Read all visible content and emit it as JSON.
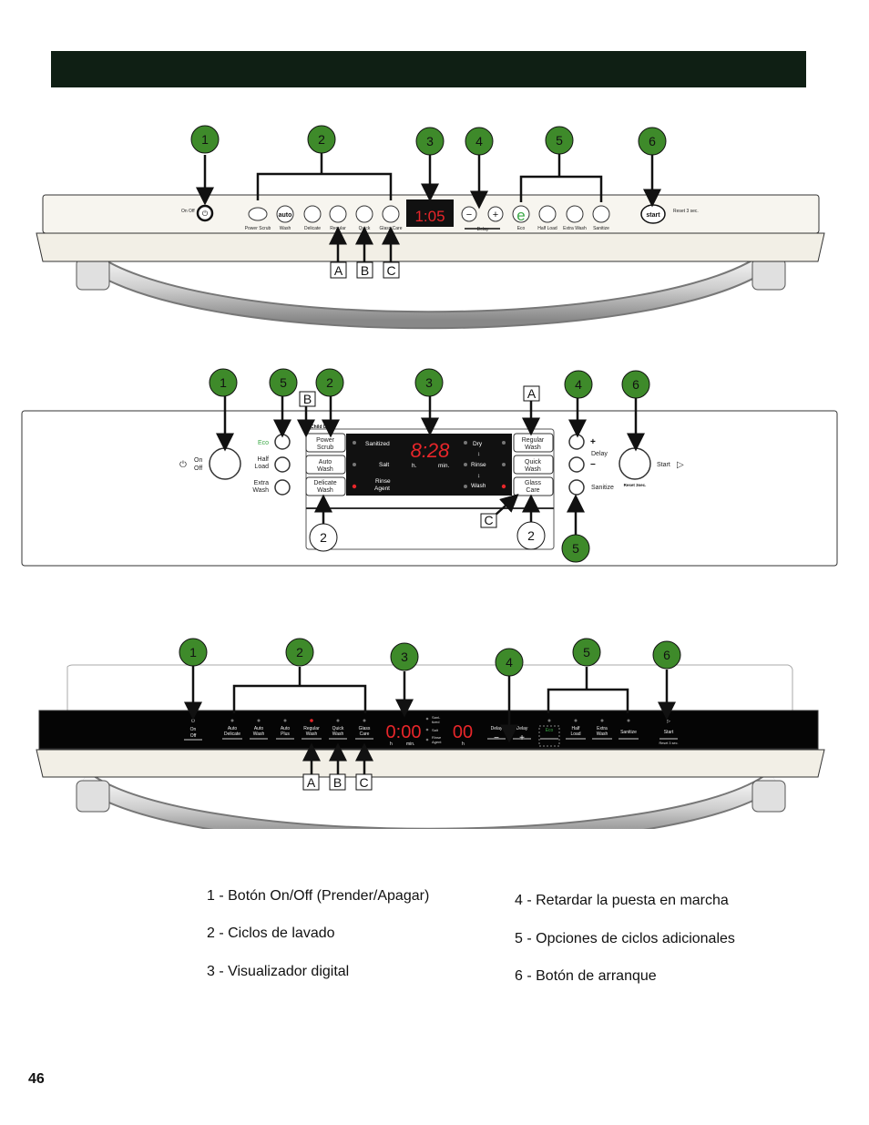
{
  "page": {
    "page_number": "46",
    "legend": {
      "left": [
        "1 - Botón On/Off (Prender/Apagar)",
        "2 - Ciclos de lavado",
        "3 - Visualizador digital"
      ],
      "right": [
        "4 - Retardar la puesta en marcha",
        "5 - Opciones de ciclos adicionales",
        "6 - Botón de arranque"
      ]
    }
  },
  "colors": {
    "callout_fill": "#3e8a2a",
    "header_bar": "#0f1f14",
    "display_red": "#e8262a",
    "eco_green": "#3aa845"
  },
  "panel1": {
    "callouts": [
      "1",
      "2",
      "3",
      "4",
      "5",
      "6"
    ],
    "letters": [
      "A",
      "B",
      "C"
    ],
    "onoff": "On\nOff",
    "buttons": [
      "Power Scrub",
      "Wash",
      "Delicate",
      "Regular",
      "Quick",
      "Glass Care"
    ],
    "auto_text": "auto",
    "display": "1:05",
    "delay_label": "Delay",
    "options": [
      "Eco",
      "Half Load",
      "Extra Wash",
      "Sanitize"
    ],
    "start": "start",
    "reset": "Reset\n3 sec."
  },
  "panel2": {
    "callouts": [
      "1",
      "5",
      "2",
      "3",
      "A",
      "4",
      "6",
      "B",
      "C",
      "2",
      "2",
      "5"
    ],
    "onoff": [
      "On",
      "Off"
    ],
    "options_left": [
      "Eco",
      "Half\nLoad",
      "Extra\nWash"
    ],
    "child_lock": "Child Lock",
    "cycles_left": [
      "Power\nScrub",
      "Auto\nWash",
      "Delicate\nWash"
    ],
    "status_left": [
      "Sanitized",
      "Salt",
      "Rinse\nAgent"
    ],
    "display": "8:28",
    "display_units": [
      "h.",
      "min."
    ],
    "status_right": [
      "Dry",
      "Rinse",
      "Wash"
    ],
    "cycles_right": [
      "Regular\nWash",
      "Quick\nWash",
      "Glass\nCare"
    ],
    "delay": "Delay",
    "sanitize": "Sanitize",
    "start": "Start",
    "reset": "Reset 3sec."
  },
  "panel3": {
    "callouts": [
      "1",
      "2",
      "3",
      "4",
      "5",
      "6"
    ],
    "letters": [
      "A",
      "B",
      "C"
    ],
    "onoff": "On\nOff",
    "cycles": [
      "Auto\nDelicate",
      "Auto\nWash",
      "Auto\nPlus",
      "Regular\nWash",
      "Quick\nWash",
      "Glass\nCare"
    ],
    "display_left": "0:00",
    "display_left_units": [
      "h",
      "min."
    ],
    "status": [
      "Sani-\ntized",
      "Salt",
      "Rinse\nAgent"
    ],
    "display_right": "00",
    "display_right_unit": "h",
    "delay": [
      "Delay",
      "Delay"
    ],
    "options": [
      "Eco",
      "Half\nLoad",
      "Extra\nWash",
      "Sanitize"
    ],
    "start": "Start",
    "reset": "Reset 3 sec."
  }
}
